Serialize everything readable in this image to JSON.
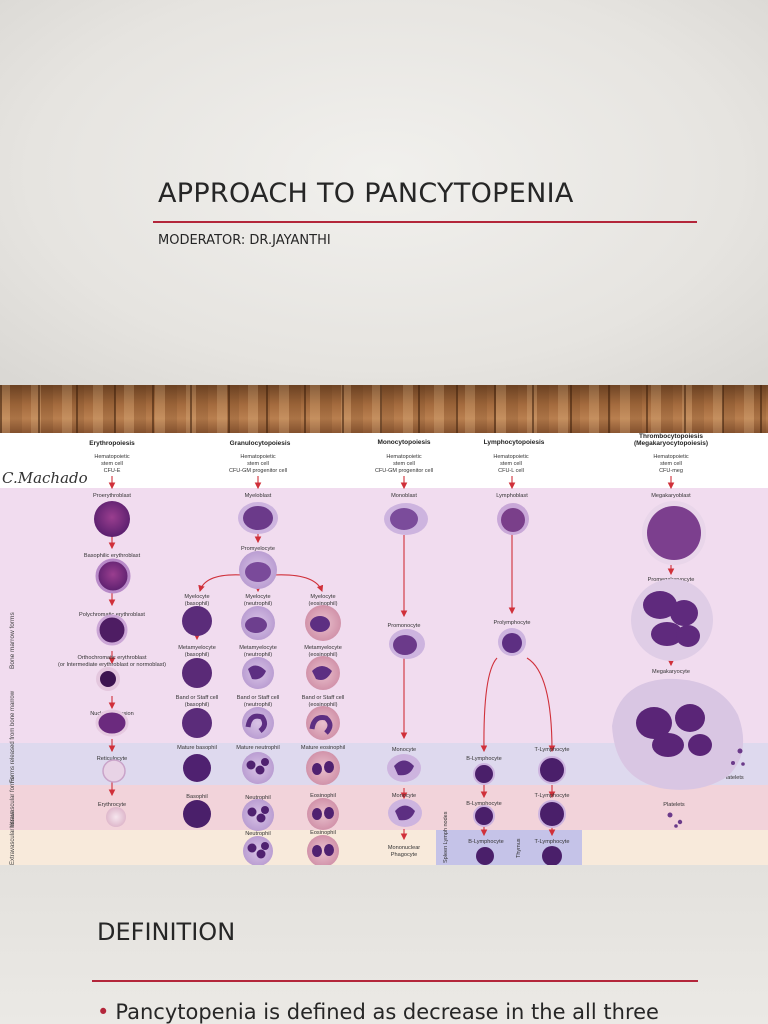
{
  "slide1": {
    "title": "APPROACH TO PANCYTOPENIA",
    "subtitle": "MODERATOR: DR.JAYANTHI"
  },
  "diagram": {
    "signature": "C.Machado",
    "columns": [
      {
        "heading": "Erythropoiesis",
        "origin": [
          "Hematopoietic",
          "stem cell",
          "CFU-E"
        ]
      },
      {
        "heading": "Granulocytopoiesis",
        "origin": [
          "Hematopoietic",
          "stem cell",
          "CFU-GM progenitor cell"
        ]
      },
      {
        "heading": "Monocytopoiesis",
        "origin": [
          "Hematopoietic",
          "stem cell",
          "CFU-GM progenitor cell"
        ]
      },
      {
        "heading": "Lymphocytopoiesis",
        "origin": [
          "Hematopoietic",
          "stem cell",
          "CFU-L cell"
        ]
      },
      {
        "heading": "Thrombocytopoiesis",
        "heading2": "(Megakaryocytopoiesis)",
        "origin": [
          "Hematopoietic",
          "stem cell",
          "CFU-meg"
        ]
      }
    ],
    "side_labels": {
      "marrow": "Bone marrow forms",
      "released": "Forms released from bone marrow",
      "intravascular": "Intravascular forms",
      "extravascular": "Extravascular tissue",
      "spleen": "Spleen Lymph nodes",
      "thymus": "Thymus"
    },
    "labels": {
      "proerythroblast": "Proerythroblast",
      "basophilic_erythroblast": "Basophilic erythroblast",
      "polychromatic": "Polychromatic erythroblast",
      "orthochromatic": "Orthochromatic erythroblast",
      "orthochromatic2": "(or Intermediate erythroblast or normoblast)",
      "nuclear_extrusion": "Nuclear extrusion",
      "reticulocyte": "Reticulocyte",
      "erythrocyte": "Erythrocyte",
      "myeloblast": "Myeloblast",
      "promyelocyte": "Promyelocyte",
      "myelocyte_b": "Myelocyte",
      "myelocyte_b2": "(basophil)",
      "myelocyte_n": "Myelocyte",
      "myelocyte_n2": "(neutrophil)",
      "myelocyte_e": "Myelocyte",
      "myelocyte_e2": "(eosinophil)",
      "meta_b": "Metamyelocyte",
      "meta_b2": "(basophil)",
      "meta_n": "Metamyelocyte",
      "meta_n2": "(neutrophil)",
      "meta_e": "Metamyelocyte",
      "meta_e2": "(eosinophil)",
      "band_b": "Band or Staff cell",
      "band_b2": "(basophil)",
      "band_n": "Band or Staff cell",
      "band_n2": "(neutrophil)",
      "band_e": "Band or Staff cell",
      "band_e2": "(eosinophil)",
      "mature_b": "Mature basophil",
      "mature_n": "Mature neutrophil",
      "mature_e": "Mature eosinophil",
      "basophil": "Basophil",
      "neutrophil": "Neutrophil",
      "eosinophil": "Eosinophil",
      "neutrophil2": "Neutrophil",
      "eosinophil2": "Eosinophil",
      "monoblast": "Monoblast",
      "promonocyte": "Promonocyte",
      "monocyte1": "Monocyte",
      "monocyte2": "Monocyte",
      "mononuclear": "Mononuclear",
      "phagocyte": "Phagocyte",
      "lymphoblast": "Lymphoblast",
      "prolymphocyte": "Prolymphocyte",
      "blymph1": "B-Lymphocyte",
      "tlymph1": "T-Lymphocyte",
      "blymph2": "B-Lymphocyte",
      "tlymph2": "T-Lymphocyte",
      "blymph3": "B-Lymphocyte",
      "tlymph3": "T-Lymphocyte",
      "megakaryoblast": "Megakaryoblast",
      "promegakaryocyte": "Promegakaryocyte",
      "megakaryocyte": "Megakaryocyte",
      "platelets1": "Platelets",
      "platelets2": "Platelets"
    }
  },
  "slide2": {
    "heading": "DEFINITION",
    "bullet": "Pancytopenia is defined as decrease in the all three"
  },
  "colors": {
    "accent": "#b3263a",
    "marrow_band": "#f1dcef",
    "released_band": "#ded9ee",
    "intravascular_band": "#f2d3da",
    "extravascular_band": "#f8eadb",
    "lymph_tissue_band": "#c5c3e8",
    "arrow": "#d0303a"
  }
}
